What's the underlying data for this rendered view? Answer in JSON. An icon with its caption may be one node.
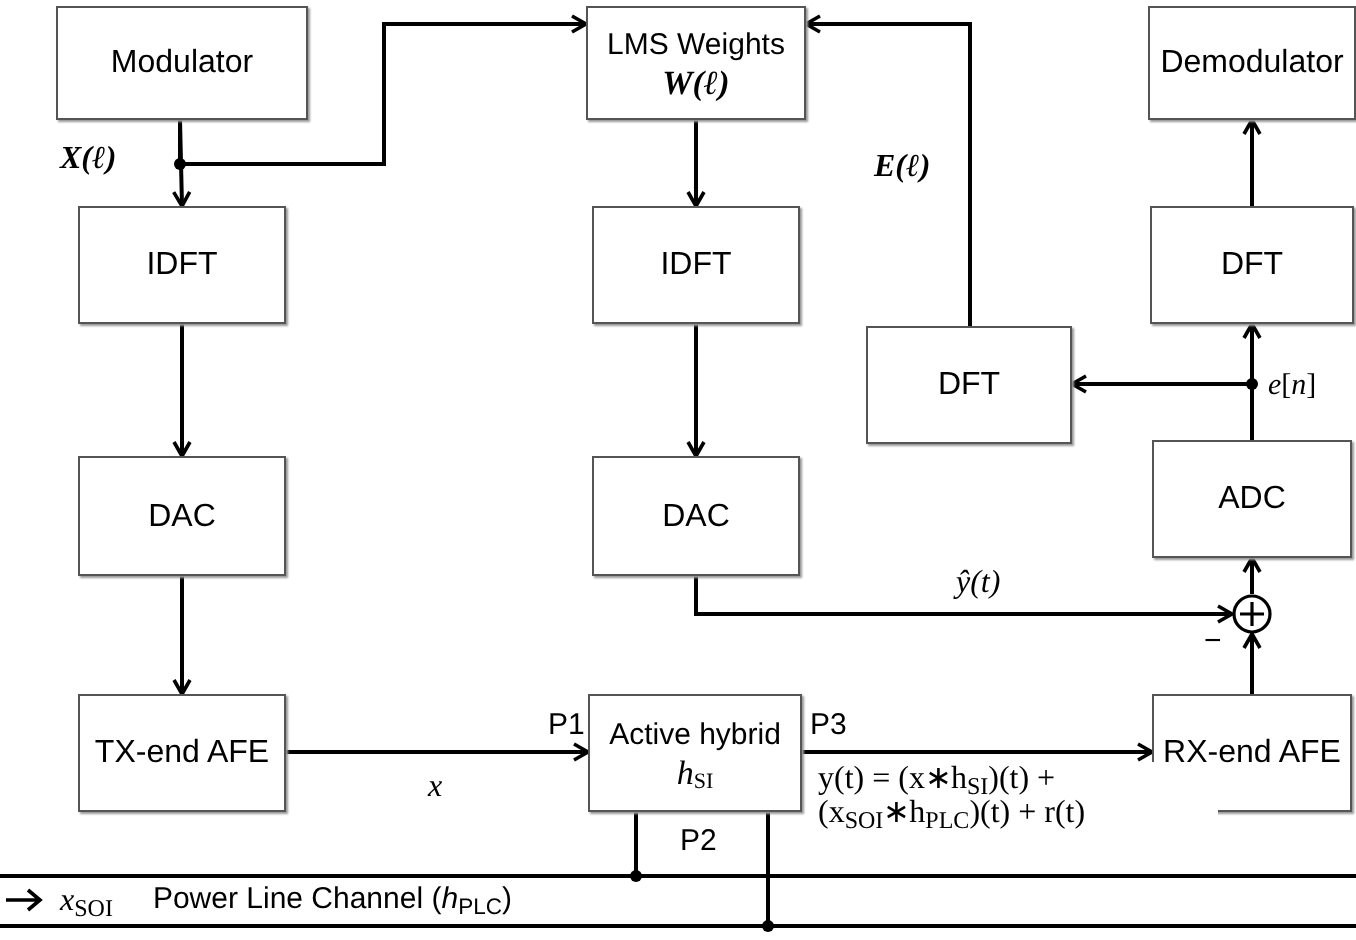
{
  "diagram": {
    "nodes": [
      {
        "text": [
          "Modulator"
        ]
      },
      {
        "text": [
          "LMS Weights",
          "**W(ℓ)**"
        ]
      },
      {
        "text": [
          "Demodulator"
        ]
      },
      {
        "text": [
          "IDFT"
        ]
      },
      {
        "text": [
          "IDFT"
        ]
      },
      {
        "text": [
          "DFT"
        ]
      },
      {
        "text": [
          "DFT"
        ]
      },
      {
        "text": [
          "DAC"
        ]
      },
      {
        "text": [
          "DAC"
        ]
      },
      {
        "text": [
          "ADC"
        ]
      },
      {
        "text": [],
        "shape": "circle"
      },
      {
        "text": [
          "TX-end AFE"
        ]
      },
      {
        "text": [
          "Active hybrid",
          "h$_{SI}$"
        ]
      },
      {
        "text": [
          "RX-end AFE"
        ]
      },
      {
        "text": [
          "x$_{SOI}$",
          "Power Line Channel (*h*$_{PLC}$)"
        ]
      }
    ],
    "edges": [
      {
        "from": 0,
        "to": 3,
        "arrow": "to",
        "label": "**X(ℓ)**"
      },
      {
        "from": 0,
        "to": 1,
        "arrow": "to"
      },
      {
        "from": 1,
        "to": 4,
        "arrow": "to"
      },
      {
        "from": 3,
        "to": 7,
        "arrow": "to"
      },
      {
        "from": 4,
        "to": 8,
        "arrow": "to"
      },
      {
        "from": 7,
        "to": 11,
        "arrow": "to"
      },
      {
        "from": 8,
        "to": 10,
        "arrow": "to",
        "label": "ŷ(t)"
      },
      {
        "from": 11,
        "to": 12,
        "arrow": "to",
        "label": "x"
      },
      {
        "from": 12,
        "to": 13,
        "arrow": "to",
        "label": "y(t) = (x∗h$_{SI}$)(t) + (x$_{SOI}$∗h$_{PLC}$)(t) + r(t)"
      },
      {
        "from": 13,
        "to": 10,
        "arrow": "to"
      },
      {
        "from": 10,
        "to": 9,
        "arrow": "to"
      },
      {
        "from": 9,
        "to": 5,
        "arrow": "to"
      },
      {
        "from": 9,
        "to": 6,
        "arrow": "to"
      },
      {
        "from": 5,
        "to": 2,
        "arrow": "to"
      },
      {
        "from": 6,
        "to": 1,
        "arrow": "to",
        "label": "**E(ℓ)**"
      },
      {
        "from": 12,
        "to": 14,
        "arrow": "other"
      },
      {
        "from": 12,
        "to": 14,
        "arrow": "other"
      }
    ],
    "labels": [
      "P1",
      "P3",
      "P2",
      "−",
      "*e*[*n*]"
    ]
  }
}
